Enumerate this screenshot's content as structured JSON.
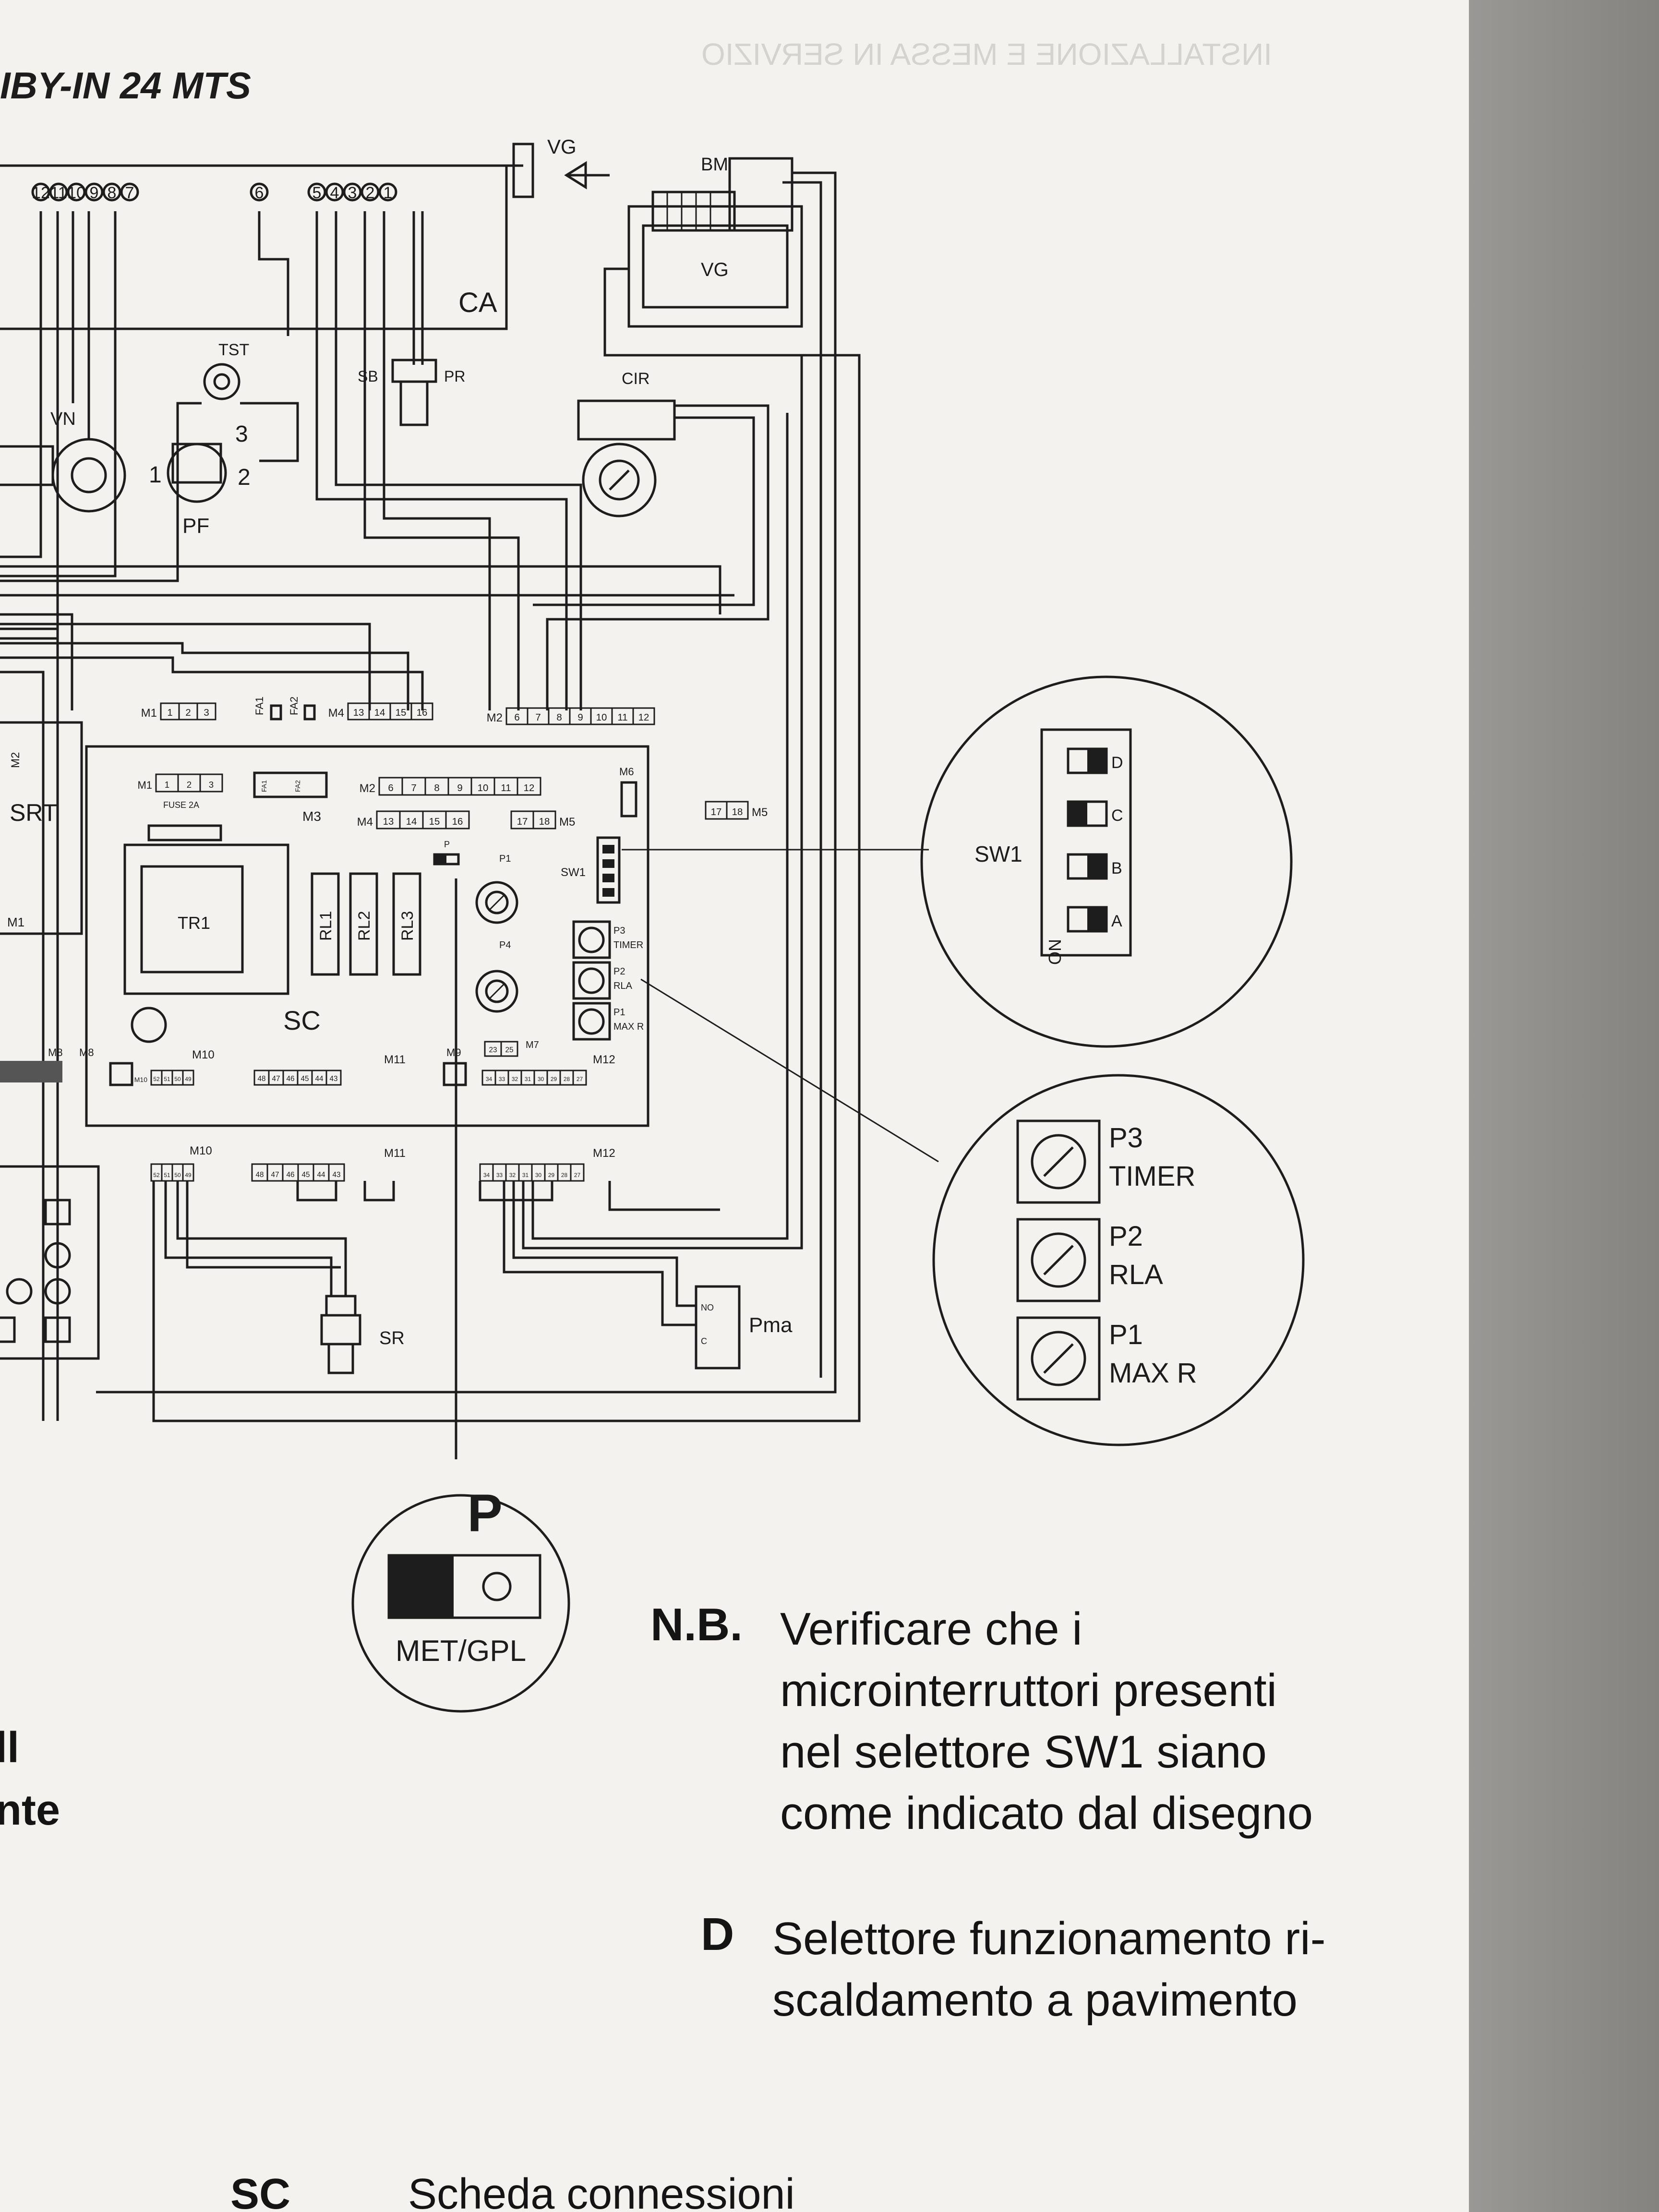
{
  "header": {
    "title": "IBY-IN 24 MTS",
    "mirrored_bleed": "INSTALLAZIONE E MESSA IN SERVIZIO"
  },
  "diagram": {
    "components": {
      "VG": "VG",
      "BM": "BM",
      "CA": "CA",
      "TST": "TST",
      "SB": "SB",
      "PR": "PR",
      "CIR": "CIR",
      "VN": "VN",
      "PF": "PF",
      "SRT": "SRT",
      "TR1": "TR1",
      "SC": "SC",
      "SR": "SR",
      "Pma": "Pma",
      "FUSE": "FUSE 2A",
      "FA1": "FA1",
      "FA2": "FA2",
      "RL1": "RL1",
      "RL2": "RL2",
      "RL3": "RL3",
      "SW1": "SW1",
      "M2side": "M2",
      "M1side": "M1"
    },
    "ca_terminals_left": [
      "12",
      "11",
      "10",
      "9",
      "8",
      "7"
    ],
    "ca_terminal_6": "6",
    "ca_terminals_right": [
      "5",
      "4",
      "3",
      "2",
      "1"
    ],
    "pf_pins": [
      "1",
      "2",
      "3"
    ],
    "connectors": {
      "M1": {
        "label": "M1",
        "pins": [
          "1",
          "2",
          "3"
        ]
      },
      "M4": {
        "label": "M4",
        "pins": [
          "13",
          "14",
          "15",
          "16"
        ]
      },
      "M2": {
        "label": "M2",
        "pins": [
          "6",
          "7",
          "8",
          "9",
          "10",
          "11",
          "12"
        ]
      },
      "M5": {
        "label": "M5",
        "pins": [
          "17",
          "18"
        ]
      },
      "M3": "M3",
      "M6": "M6",
      "M7": "M7",
      "M8": "M8",
      "M9": "M9",
      "M10": {
        "label": "M10",
        "pins": [
          "52",
          "51",
          "50",
          "49"
        ]
      },
      "M11": {
        "label": "M11",
        "pins": [
          "48",
          "47",
          "46",
          "45",
          "44",
          "43"
        ]
      },
      "M12": {
        "label": "M12",
        "pins": [
          "34",
          "33",
          "32",
          "31",
          "30",
          "29",
          "28",
          "27"
        ]
      },
      "M7pins": [
        "23",
        "25"
      ]
    },
    "pots": {
      "P3": "P3",
      "P3sub": "TIMER",
      "P2": "P2",
      "P2sub": "RLA",
      "P1": "P1",
      "P1sub": "MAX R",
      "P4": "P4"
    },
    "board_pot_labels": {
      "P1": "P1",
      "P4": "P4",
      "P": "P"
    },
    "pma_terminals": [
      "NO",
      "C"
    ],
    "sw1_zoom": {
      "label": "SW1",
      "switches": [
        "D",
        "C",
        "B",
        "A"
      ],
      "on_label": "ON"
    },
    "pot_zoom": [
      {
        "label": "P3",
        "sub": "TIMER"
      },
      {
        "label": "P2",
        "sub": "RLA"
      },
      {
        "label": "P1",
        "sub": "MAX R"
      }
    ],
    "p_zoom": {
      "title": "P",
      "caption": "MET/GPL"
    }
  },
  "notes": {
    "nb_label": "N.B.",
    "nb_lines": [
      "Verificare che i",
      "microinterruttori presenti",
      "nel selettore SW1 siano",
      "come indicato dal disegno"
    ],
    "d_label": "D",
    "d_lines": [
      "Selettore funzionamento ri-",
      "scaldamento a pavimento"
    ],
    "left_fragments": [
      "ll",
      "nte"
    ],
    "footer_code": "SC",
    "footer_text": "Scheda connessioni"
  },
  "colors": {
    "paper": "#f3f2ee",
    "ink": "#1d1d1d",
    "table": "#8d8b88"
  }
}
